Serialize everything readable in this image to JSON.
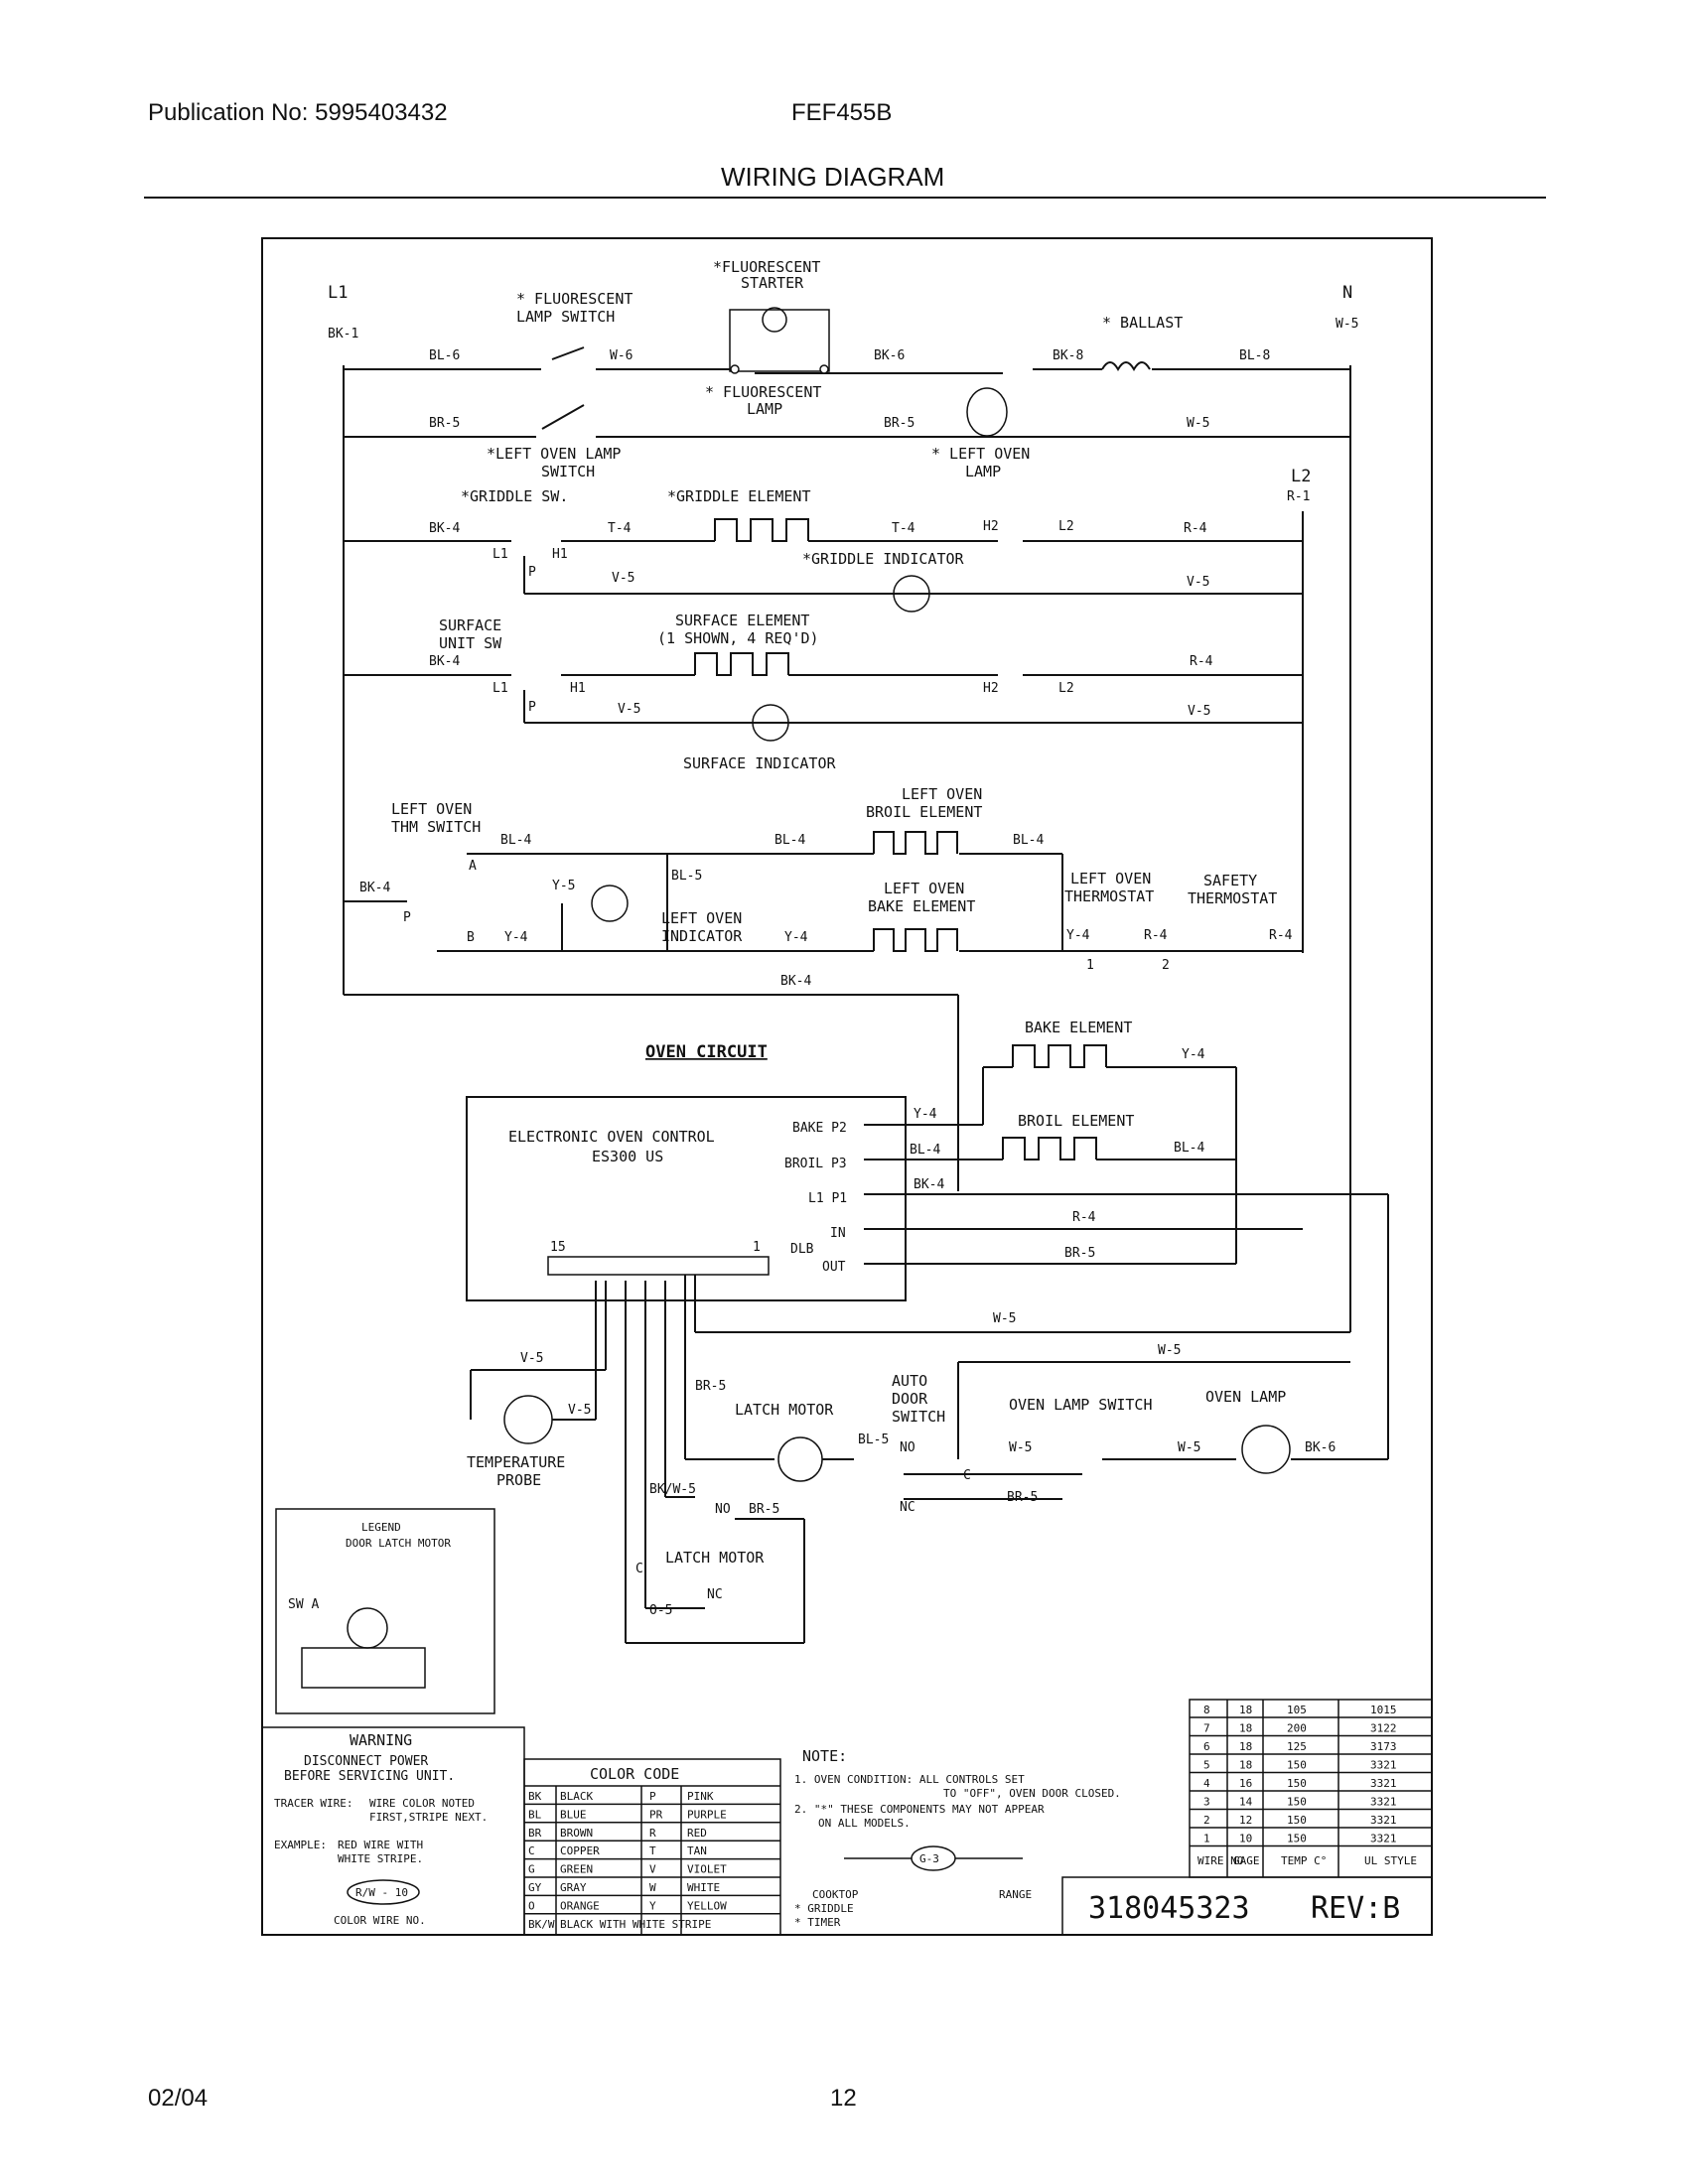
{
  "header": {
    "publication": "Publication No: 5995403432",
    "model": "FEF455B",
    "title": "WIRING DIAGRAM"
  },
  "footer": {
    "date": "02/04",
    "page": "12"
  },
  "diagram": {
    "lines": {
      "l1": "L1",
      "n": "N",
      "l2": "L2",
      "r1": "R-1"
    },
    "components": {
      "fluor_starter": [
        "*FLUORESCENT",
        "STARTER"
      ],
      "fluor_lamp_switch": [
        "* FLUORESCENT",
        "LAMP SWITCH"
      ],
      "fluor_lamp": [
        "* FLUORESCENT",
        "LAMP"
      ],
      "ballast": "* BALLAST",
      "left_oven_lamp_switch": [
        "*LEFT OVEN LAMP",
        "SWITCH"
      ],
      "left_oven_lamp": [
        "* LEFT OVEN",
        "LAMP"
      ],
      "griddle_sw": "*GRIDDLE SW.",
      "griddle_element": "*GRIDDLE ELEMENT",
      "griddle_indicator": "*GRIDDLE INDICATOR",
      "surface_unit_sw": [
        "SURFACE",
        "UNIT SW"
      ],
      "surface_element": [
        "SURFACE ELEMENT",
        "(1 SHOWN, 4 REQ'D)"
      ],
      "surface_indicator": "SURFACE INDICATOR",
      "left_oven_broil": [
        "LEFT OVEN",
        "BROIL ELEMENT"
      ],
      "left_oven_thm_switch": [
        "LEFT OVEN",
        "THM SWITCH"
      ],
      "left_oven_bake": [
        "LEFT OVEN",
        "BAKE ELEMENT"
      ],
      "left_oven_indicator": [
        "LEFT OVEN",
        "INDICATOR"
      ],
      "left_oven_thermostat": [
        "LEFT OVEN",
        "THERMOSTAT"
      ],
      "safety_thermostat": [
        "SAFETY",
        "THERMOSTAT"
      ],
      "oven_circuit": "OVEN CIRCUIT",
      "control": [
        "ELECTRONIC OVEN CONTROL",
        "ES300 US"
      ],
      "bake_element": "BAKE ELEMENT",
      "broil_element": "BROIL ELEMENT",
      "latch_motor": "LATCH MOTOR",
      "auto_door_switch": [
        "AUTO",
        "DOOR",
        "SWITCH"
      ],
      "oven_lamp_switch": "OVEN LAMP SWITCH",
      "oven_lamp": "OVEN LAMP",
      "temperature_probe": [
        "TEMPERATURE",
        "PROBE"
      ]
    },
    "control_pins": {
      "bake": "BAKE P2",
      "broil": "BROIL P3",
      "l1p1": "L1 P1",
      "in": "IN",
      "out": "OUT",
      "dlb": "DLB",
      "p15": "15",
      "p1": "1"
    },
    "terminals": {
      "l1": "L1",
      "h1": "H1",
      "h2": "H2",
      "l2": "L2",
      "p": "P",
      "a": "A",
      "b": "B",
      "one": "1",
      "two": "2",
      "no": "NO",
      "nc": "NC",
      "c": "C"
    },
    "wires": {
      "bk1": "BK-1",
      "bl6": "BL-6",
      "w6": "W-6",
      "bk6": "BK-6",
      "bk8": "BK-8",
      "bl8": "BL-8",
      "w5": "W-5",
      "br5": "BR-5",
      "bk4": "BK-4",
      "t4": "T-4",
      "r4": "R-4",
      "v5": "V-5",
      "bl4": "BL-4",
      "bl5": "BL-5",
      "y5": "Y-5",
      "y4": "Y-4",
      "bkw5": "BK/W-5",
      "o5": "O-5",
      "bl5b": "BL-5"
    },
    "legend": {
      "title": "LEGEND",
      "subtitle": "DOOR LATCH MOTOR",
      "sw": "SW A"
    },
    "warning": {
      "title": "WARNING",
      "lines": [
        "DISCONNECT POWER",
        "BEFORE SERVICING UNIT."
      ],
      "tracer_label": "TRACER WIRE:",
      "tracer_text": [
        "WIRE COLOR NOTED",
        "FIRST,STRIPE NEXT."
      ],
      "example_label": "EXAMPLE:",
      "example_text": [
        "RED WIRE WITH",
        "WHITE STRIPE."
      ],
      "example_code": "R/W - 10",
      "color_wire_no": "COLOR WIRE NO."
    },
    "color_code": {
      "title": "COLOR CODE",
      "rows": [
        [
          "BK",
          "BLACK",
          "P",
          "PINK"
        ],
        [
          "BL",
          "BLUE",
          "PR",
          "PURPLE"
        ],
        [
          "BR",
          "BROWN",
          "R",
          "RED"
        ],
        [
          "C",
          "COPPER",
          "T",
          "TAN"
        ],
        [
          "G",
          "GREEN",
          "V",
          "VIOLET"
        ],
        [
          "GY",
          "GRAY",
          "W",
          "WHITE"
        ],
        [
          "O",
          "ORANGE",
          "Y",
          "YELLOW"
        ],
        [
          "BK/W",
          "BLACK WITH WHITE STRIPE",
          "",
          ""
        ]
      ]
    },
    "note": {
      "title": "NOTE:",
      "lines": [
        "1. OVEN CONDITION: ALL CONTROLS SET",
        "TO \"OFF\", OVEN DOOR CLOSED.",
        "2. \"*\" THESE COMPONENTS MAY NOT APPEAR",
        "ON ALL MODELS."
      ],
      "ground": "G-3",
      "cooktop": "COOKTOP",
      "griddle": "* GRIDDLE",
      "timer": "* TIMER",
      "range": "RANGE"
    },
    "wire_table": {
      "headers": [
        "WIRE NO",
        "GAGE",
        "TEMP C°",
        "UL STYLE"
      ],
      "rows": [
        [
          "8",
          "18",
          "105",
          "1015"
        ],
        [
          "7",
          "18",
          "200",
          "3122"
        ],
        [
          "6",
          "18",
          "125",
          "3173"
        ],
        [
          "5",
          "18",
          "150",
          "3321"
        ],
        [
          "4",
          "16",
          "150",
          "3321"
        ],
        [
          "3",
          "14",
          "150",
          "3321"
        ],
        [
          "2",
          "12",
          "150",
          "3321"
        ],
        [
          "1",
          "10",
          "150",
          "3321"
        ]
      ]
    },
    "part_number": "318045323",
    "revision": "REV:B"
  }
}
